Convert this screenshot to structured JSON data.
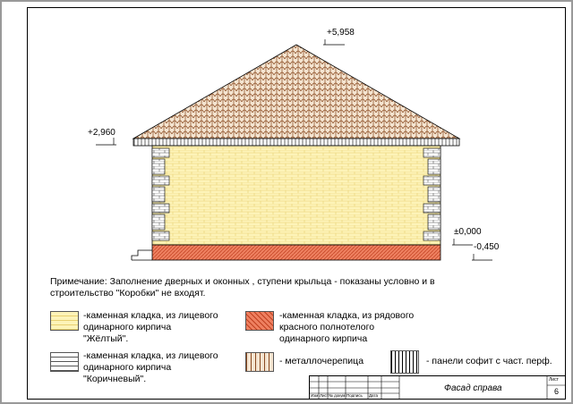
{
  "marks": {
    "ridge": "+5,958",
    "eave": "+2,960",
    "floor": "±0,000",
    "ground": "-0,450"
  },
  "note": {
    "line1": "Примечание: Заполнение дверных и оконных , ступени крыльца - показаны условно и в",
    "line2": "строительство \"Коробки\" не входят."
  },
  "legend": [
    {
      "pattern": "yellow-brick",
      "lines": [
        "-каменная кладка, из лицевого",
        " одинарного кирпича",
        "\"Жёлтый\"."
      ]
    },
    {
      "pattern": "red-brick",
      "lines": [
        "-каменная кладка, из рядового",
        "красного полнотелого",
        "одинарного кирпича"
      ]
    },
    {
      "pattern": "brown-brick",
      "lines": [
        "-каменная кладка, из лицевого",
        " одинарного кирпича",
        "\"Коричневый\"."
      ]
    },
    {
      "pattern": "metal-tile",
      "lines": [
        "- металлочерепица"
      ]
    },
    {
      "pattern": "soffit-panel",
      "lines": [
        "- панели софит с част. перф."
      ]
    }
  ],
  "title_block": {
    "cols": [
      "Изм",
      "Лист",
      "№ докум.",
      "Подпись",
      "Дата"
    ],
    "title": "Фасад справа",
    "sheet_label": "Лист",
    "sheet_number": "6"
  },
  "colors": {
    "yellow_brick": "#fdf6c0",
    "red_brick": "#e8704a",
    "roof": "#c9895a"
  }
}
